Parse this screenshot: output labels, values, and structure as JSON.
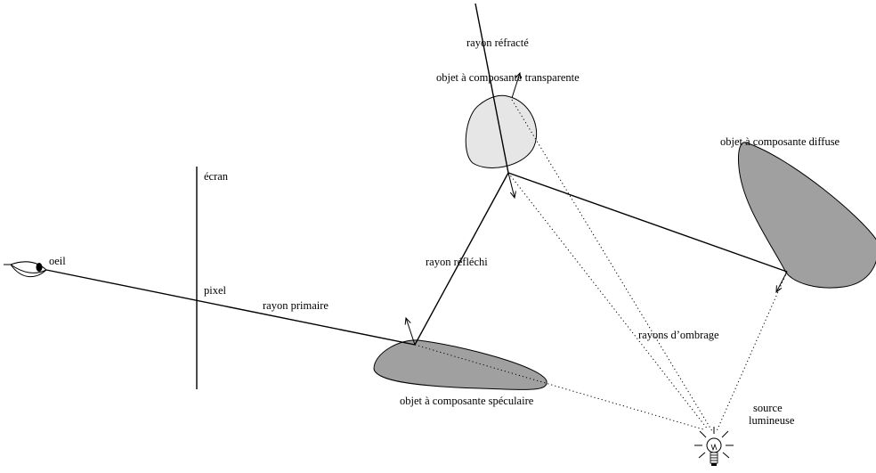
{
  "labels": {
    "ecran": "écran",
    "oeil": "oeil",
    "pixel": "pixel",
    "rayon_primaire": "rayon primaire",
    "rayon_reflechi": "rayon réfléchi",
    "rayon_refracte": "rayon réfracté",
    "objet_transparent": "objet à composante transparente",
    "objet_diffus": "objet à composante diffuse",
    "objet_speculaire": "objet à composante spéculaire",
    "rayons_ombrage": "rayons d’ombrage",
    "source_line1": "source",
    "source_line2": "lumineuse"
  },
  "colors": {
    "transparent_object": "#e6e6e6",
    "diffuse_object": "#a0a0a0",
    "specular_object": "#a0a0a0",
    "lines": "#000000"
  },
  "icons": [
    "eye-icon",
    "light-bulb-icon"
  ]
}
